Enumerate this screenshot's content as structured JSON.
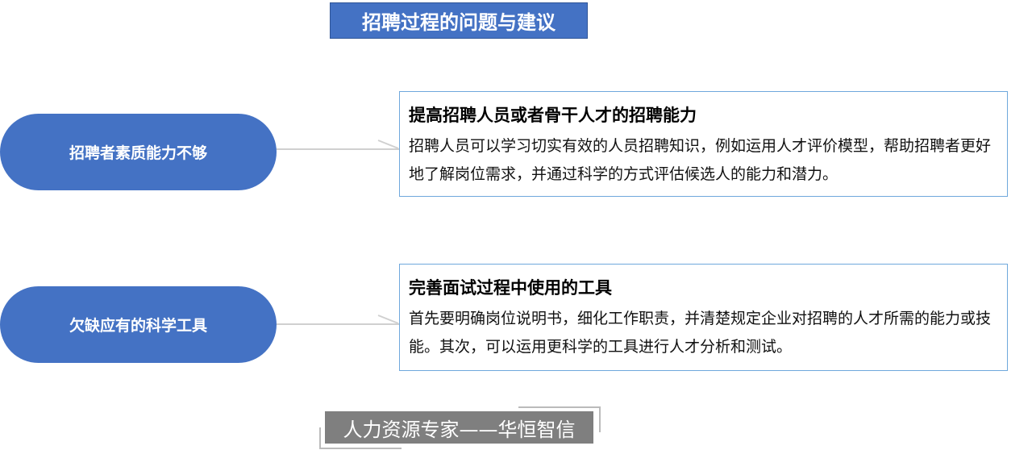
{
  "title": "招聘过程的问题与建议",
  "colors": {
    "accent": "#4472c4",
    "box_border": "#6fa8dc",
    "connector": "#d0d0d0",
    "footer_bg": "#7f7f7f"
  },
  "items": [
    {
      "problem": "招聘者素质能力不够",
      "heading": "提高招聘人员或者骨干人才的招聘能力",
      "text": "招聘人员可以学习切实有效的人员招聘知识，例如运用人才评价模型，帮助招聘者更好地了解岗位需求，并通过科学的方式评估候选人的能力和潜力。"
    },
    {
      "problem": "欠缺应有的科学工具",
      "heading": "完善面试过程中使用的工具",
      "text": "首先要明确岗位说明书，细化工作职责，并清楚规定企业对招聘的人才所需的能力或技能。其次，可以运用更科学的工具进行人才分析和测试。"
    }
  ],
  "footer": "人力资源专家——华恒智信"
}
